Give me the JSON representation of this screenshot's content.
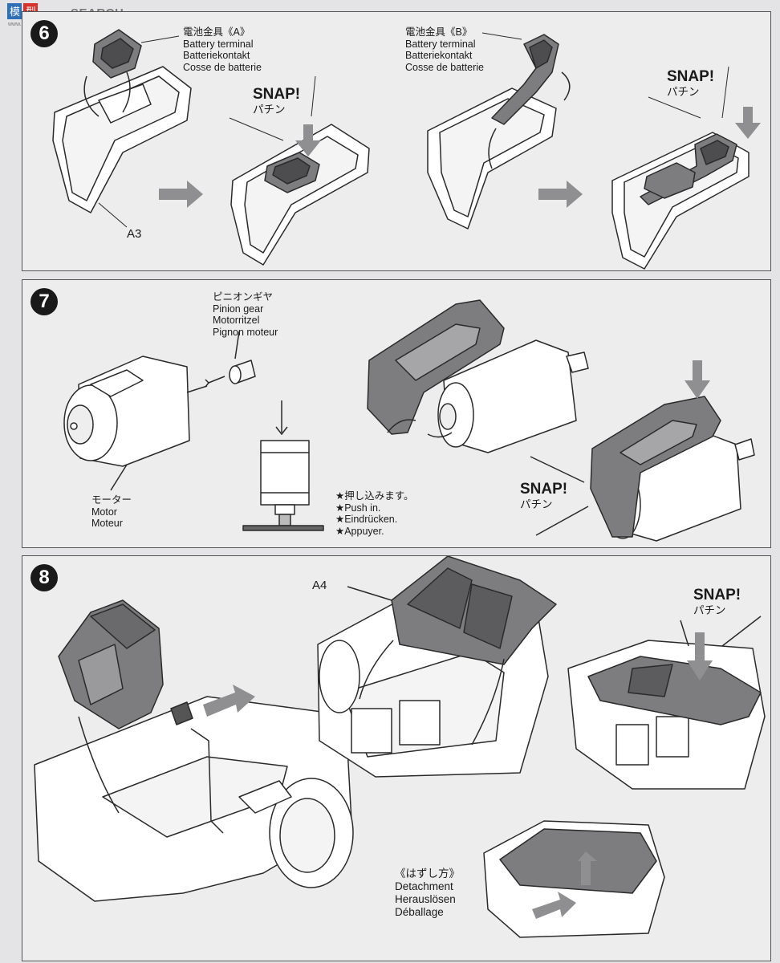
{
  "watermark": {
    "site": "SEARCH",
    "domain": "www.mxhobby.com"
  },
  "colors": {
    "part_fill": "#7d7d80",
    "line": "#2a2a2a",
    "panel_bg": "#ededed",
    "page_bg": "#e4e4e6"
  },
  "step6": {
    "number": "6",
    "terminal_a": [
      "電池金具《A》",
      "Battery terminal",
      "Batteriekontakt",
      "Cosse de batterie"
    ],
    "terminal_b": [
      "電池金具《B》",
      "Battery terminal",
      "Batteriekontakt",
      "Cosse de batterie"
    ],
    "part_a3": "A3",
    "snap_1": {
      "en": "SNAP!",
      "jp": "パチン"
    },
    "snap_2": {
      "en": "SNAP!",
      "jp": "パチン"
    }
  },
  "step7": {
    "number": "7",
    "pinion": [
      "ピニオンギヤ",
      "Pinion gear",
      "Motorritzel",
      "Pignon moteur"
    ],
    "motor": [
      "モーター",
      "Motor",
      "Moteur"
    ],
    "push": [
      "★押し込みます。",
      "★Push in.",
      "★Eindrücken.",
      "★Appuyer."
    ],
    "snap": {
      "en": "SNAP!",
      "jp": "パチン"
    }
  },
  "step8": {
    "number": "8",
    "part_a4": "A4",
    "snap": {
      "en": "SNAP!",
      "jp": "パチン"
    },
    "detachment": [
      "《はずし方》",
      "Detachment",
      "Herauslösen",
      "Déballage"
    ]
  }
}
